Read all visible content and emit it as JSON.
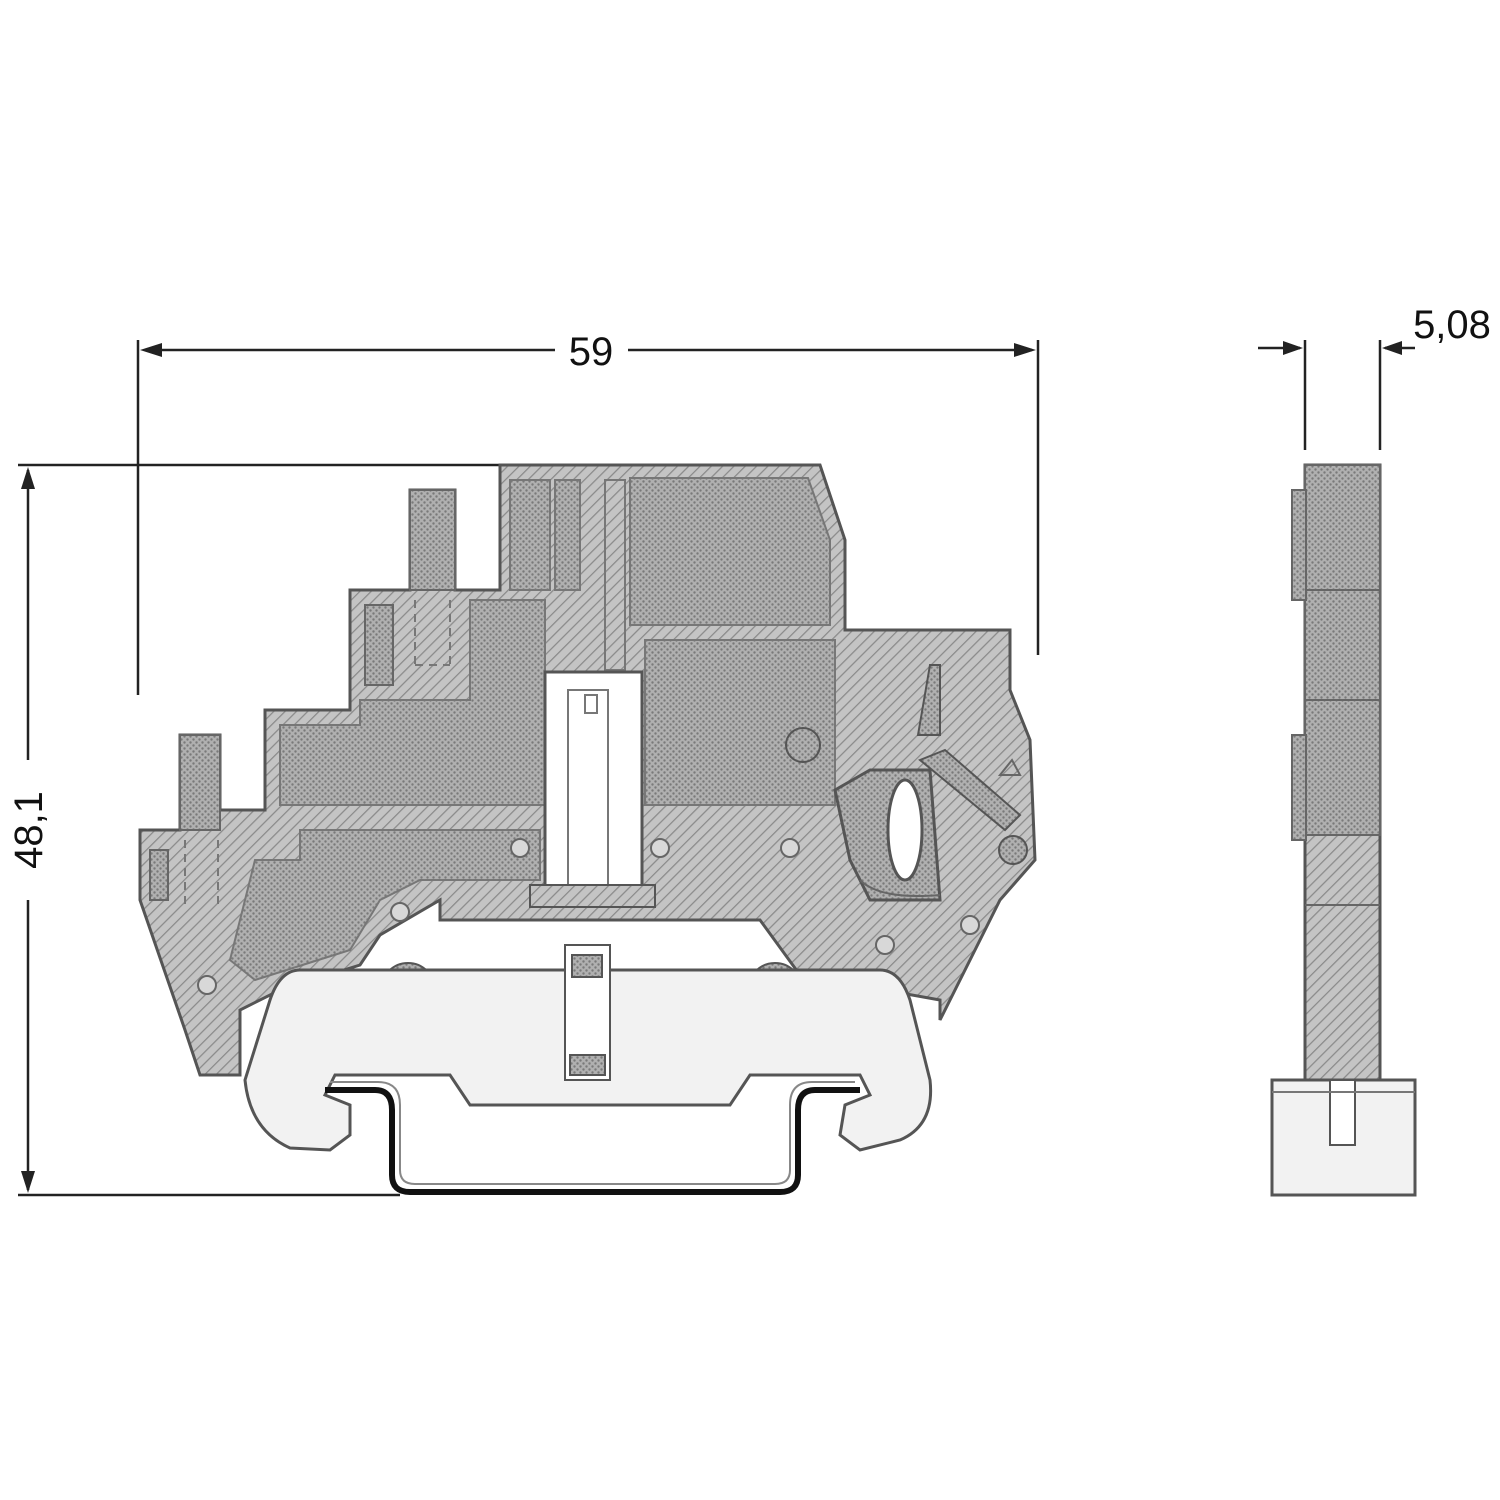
{
  "dimensions": {
    "width": "59",
    "height": "48,1",
    "pitch": "5,08"
  },
  "colors": {
    "body_fill": "#a8a8a8",
    "hatch": "#8a8a8a",
    "dots": "#7a7a7a",
    "rail": "#111111",
    "foot_fill": "#f2f2f2",
    "line": "#555555"
  }
}
